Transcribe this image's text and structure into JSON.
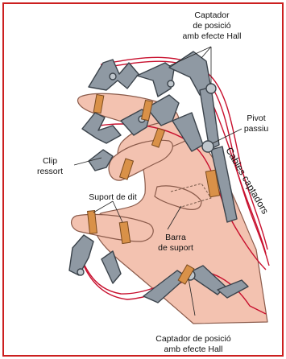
{
  "labels": {
    "hall_sensor_top": [
      "Captador",
      "de posició",
      "amb efecte Hall"
    ],
    "passive_pivot": [
      "Pivot",
      "passiu"
    ],
    "sensor_cables": "Cables captadors",
    "spring_clip": [
      "Clip",
      "ressort"
    ],
    "finger_support": "Suport de dit",
    "support_bar": [
      "Barra",
      "de suport"
    ],
    "hall_sensor_bottom": [
      "Captador de posició",
      "amb efecte Hall"
    ]
  },
  "colors": {
    "frame_border": "#cc1f1f",
    "skin": "#f3c2b0",
    "skin_outline": "#8a5a4a",
    "metal": "#8f99a3",
    "metal_dark": "#3b434b",
    "pad": "#d99148",
    "cable": "#c8102e"
  }
}
